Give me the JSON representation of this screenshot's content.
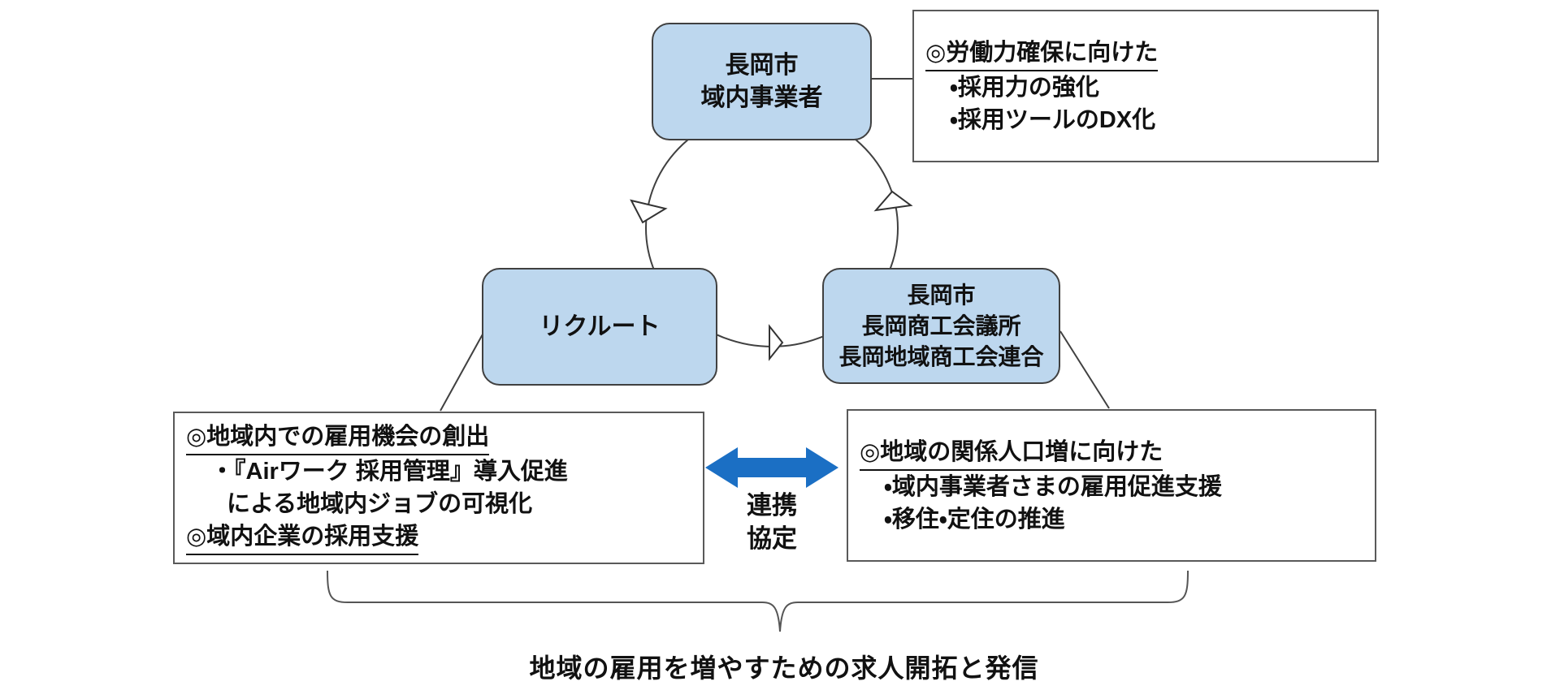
{
  "nodes": {
    "top": {
      "lines": [
        "長岡市",
        "域内事業者"
      ]
    },
    "left": {
      "lines": [
        "リクルート"
      ]
    },
    "right": {
      "lines": [
        "長岡市",
        "長岡商工会議所",
        "長岡地域商工会連合"
      ]
    }
  },
  "callouts": {
    "top_right": {
      "lines": [
        {
          "text": "◎労働力確保に向けた",
          "underline": true
        },
        {
          "text": "・採用力の強化",
          "underline": false
        },
        {
          "text": "・採用ツールのDX化",
          "underline": false
        }
      ]
    },
    "bottom_left": {
      "lines": [
        {
          "text": "◎地域内での雇用機会の創出",
          "underline": true
        },
        {
          "text": "・『Airワーク 採用管理』導入促進",
          "underline": false
        },
        {
          "text": "による地域内ジョブの可視化",
          "underline": false
        },
        {
          "text": "◎域内企業の採用支援",
          "underline": true
        }
      ]
    },
    "bottom_right": {
      "lines": [
        {
          "text": "◎地域の関係人口増に向けた",
          "underline": true
        },
        {
          "text": "・域内事業者さまの雇用促進支援",
          "underline": false
        },
        {
          "text": "・移住・定住の推進",
          "underline": false
        }
      ]
    }
  },
  "partnership": {
    "lines": [
      "連携",
      "協定"
    ]
  },
  "caption": "地域の雇用を増やすための求人開拓と発信",
  "colors": {
    "node_fill": "#BDD7EE",
    "node_border": "#404040",
    "callout_border": "#595959",
    "arrow_blue": "#1B6FC4",
    "line": "#404040",
    "text": "#111111"
  }
}
